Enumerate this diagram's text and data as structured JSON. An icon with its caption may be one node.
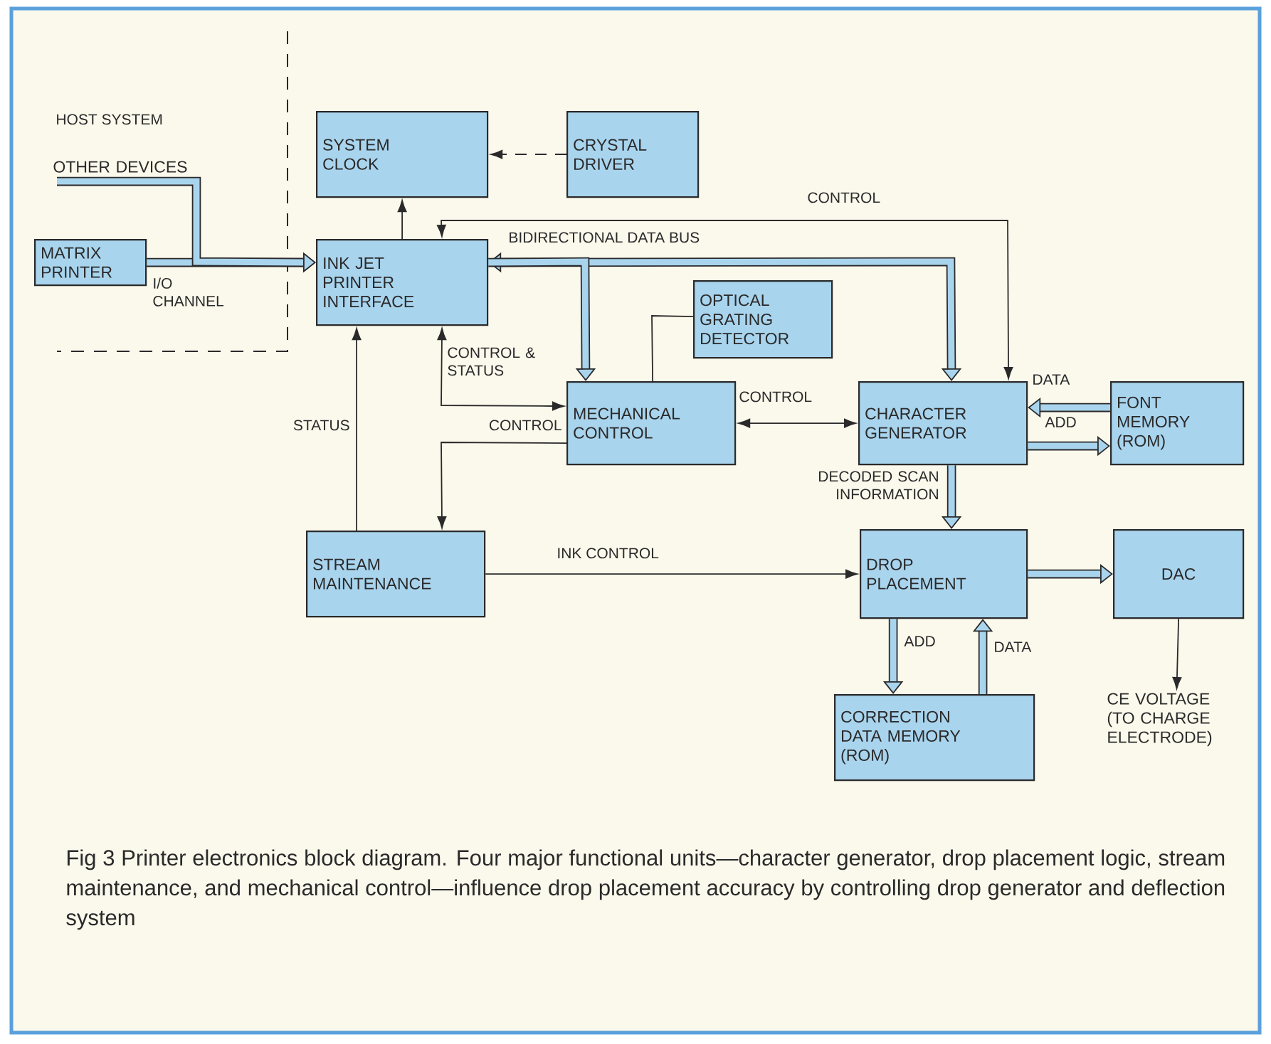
{
  "diagram": {
    "caption": "Fig 3 Printer electronics block diagram. Four major functional units—character generator, drop placement logic, stream maintenance, and mechanical control—influence drop placement accuracy by controlling drop generator and deflection system",
    "nodes": [
      {
        "text": [
          "MATRIX PRINTER"
        ]
      },
      {
        "text": [
          "SYSTEM CLOCK"
        ]
      },
      {
        "text": [
          "CRYSTAL DRIVER"
        ]
      },
      {
        "text": [
          "INK JET PRINTER INTERFACE"
        ]
      },
      {
        "text": [
          "OPTICAL GRATING DETECTOR"
        ]
      },
      {
        "text": [
          "MECHANICAL CONTROL"
        ]
      },
      {
        "text": [
          "CHARACTER GENERATOR"
        ]
      },
      {
        "text": [
          "FONT MEMORY (ROM)"
        ]
      },
      {
        "text": [
          "STREAM MAINTENANCE"
        ]
      },
      {
        "text": [
          "DROP PLACEMENT"
        ]
      },
      {
        "text": [
          "DAC"
        ]
      },
      {
        "text": [
          "CORRECTION DATA MEMORY (ROM)"
        ]
      },
      {
        "text": [
          "CE VOLTAGE (TO CHARGE ELECTRODE)"
        ]
      },
      {
        "text": [
          "OTHER DEVICES"
        ]
      }
    ],
    "edges": [
      {
        "from": 0,
        "to": 3,
        "arrow": "to",
        "style": "thick",
        "label": "I/O CHANNEL"
      },
      {
        "from": 13,
        "to": 3,
        "arrow": "to",
        "style": "thick"
      },
      {
        "from": 2,
        "to": 1,
        "arrow": "to",
        "style": "dashed"
      },
      {
        "from": 3,
        "to": 1,
        "arrow": "to"
      },
      {
        "from": 3,
        "to": 6,
        "arrow": "both",
        "style": "thick",
        "label": "BIDIRECTIONAL DATA BUS"
      },
      {
        "from": 3,
        "to": 5,
        "arrow": "to",
        "style": "thick"
      },
      {
        "from": 3,
        "to": 5,
        "arrow": "both",
        "label": "CONTROL & STATUS"
      },
      {
        "from": 3,
        "to": 6,
        "arrow": "both",
        "label": "CONTROL"
      },
      {
        "from": 5,
        "to": 8,
        "arrow": "to",
        "label": "CONTROL"
      },
      {
        "from": 8,
        "to": 3,
        "arrow": "to",
        "label": "STATUS"
      },
      {
        "from": 4,
        "to": 5,
        "arrow": "none"
      },
      {
        "from": 5,
        "to": 6,
        "arrow": "both",
        "label": "CONTROL"
      },
      {
        "from": 7,
        "to": 6,
        "arrow": "to",
        "style": "thick",
        "label": "DATA"
      },
      {
        "from": 6,
        "to": 7,
        "arrow": "to",
        "style": "thick",
        "label": "ADD"
      },
      {
        "from": 6,
        "to": 9,
        "arrow": "to",
        "style": "thick",
        "label": "DECODED SCAN INFORMATION"
      },
      {
        "from": 8,
        "to": 9,
        "arrow": "to",
        "label": "INK CONTROL"
      },
      {
        "from": 9,
        "to": 10,
        "arrow": "to",
        "style": "thick"
      },
      {
        "from": 9,
        "to": 11,
        "arrow": "to",
        "style": "thick",
        "label": "ADD"
      },
      {
        "from": 11,
        "to": 9,
        "arrow": "to",
        "style": "thick",
        "label": "DATA"
      },
      {
        "from": 10,
        "to": 12,
        "arrow": "to"
      }
    ],
    "labels": [
      "HOST SYSTEM"
    ]
  }
}
